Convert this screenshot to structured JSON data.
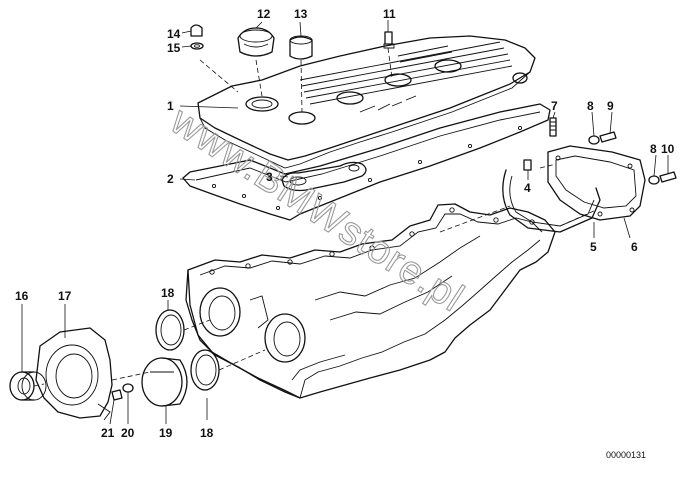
{
  "diagram": {
    "drawing_number": "00000131",
    "watermark": "www.BMWstore.pl"
  },
  "callouts": [
    {
      "id": "c1",
      "label": "1"
    },
    {
      "id": "c2",
      "label": "2"
    },
    {
      "id": "c3",
      "label": "3"
    },
    {
      "id": "c4",
      "label": "4"
    },
    {
      "id": "c5",
      "label": "5"
    },
    {
      "id": "c6",
      "label": "6"
    },
    {
      "id": "c7",
      "label": "7"
    },
    {
      "id": "c8a",
      "label": "8"
    },
    {
      "id": "c8b",
      "label": "8"
    },
    {
      "id": "c9",
      "label": "9"
    },
    {
      "id": "c10",
      "label": "10"
    },
    {
      "id": "c11",
      "label": "11"
    },
    {
      "id": "c12",
      "label": "12"
    },
    {
      "id": "c13",
      "label": "13"
    },
    {
      "id": "c14",
      "label": "14"
    },
    {
      "id": "c15",
      "label": "15"
    },
    {
      "id": "c16",
      "label": "16"
    },
    {
      "id": "c17",
      "label": "17"
    },
    {
      "id": "c18a",
      "label": "18"
    },
    {
      "id": "c18b",
      "label": "18"
    },
    {
      "id": "c19",
      "label": "19"
    },
    {
      "id": "c20",
      "label": "20"
    },
    {
      "id": "c21",
      "label": "21"
    }
  ]
}
